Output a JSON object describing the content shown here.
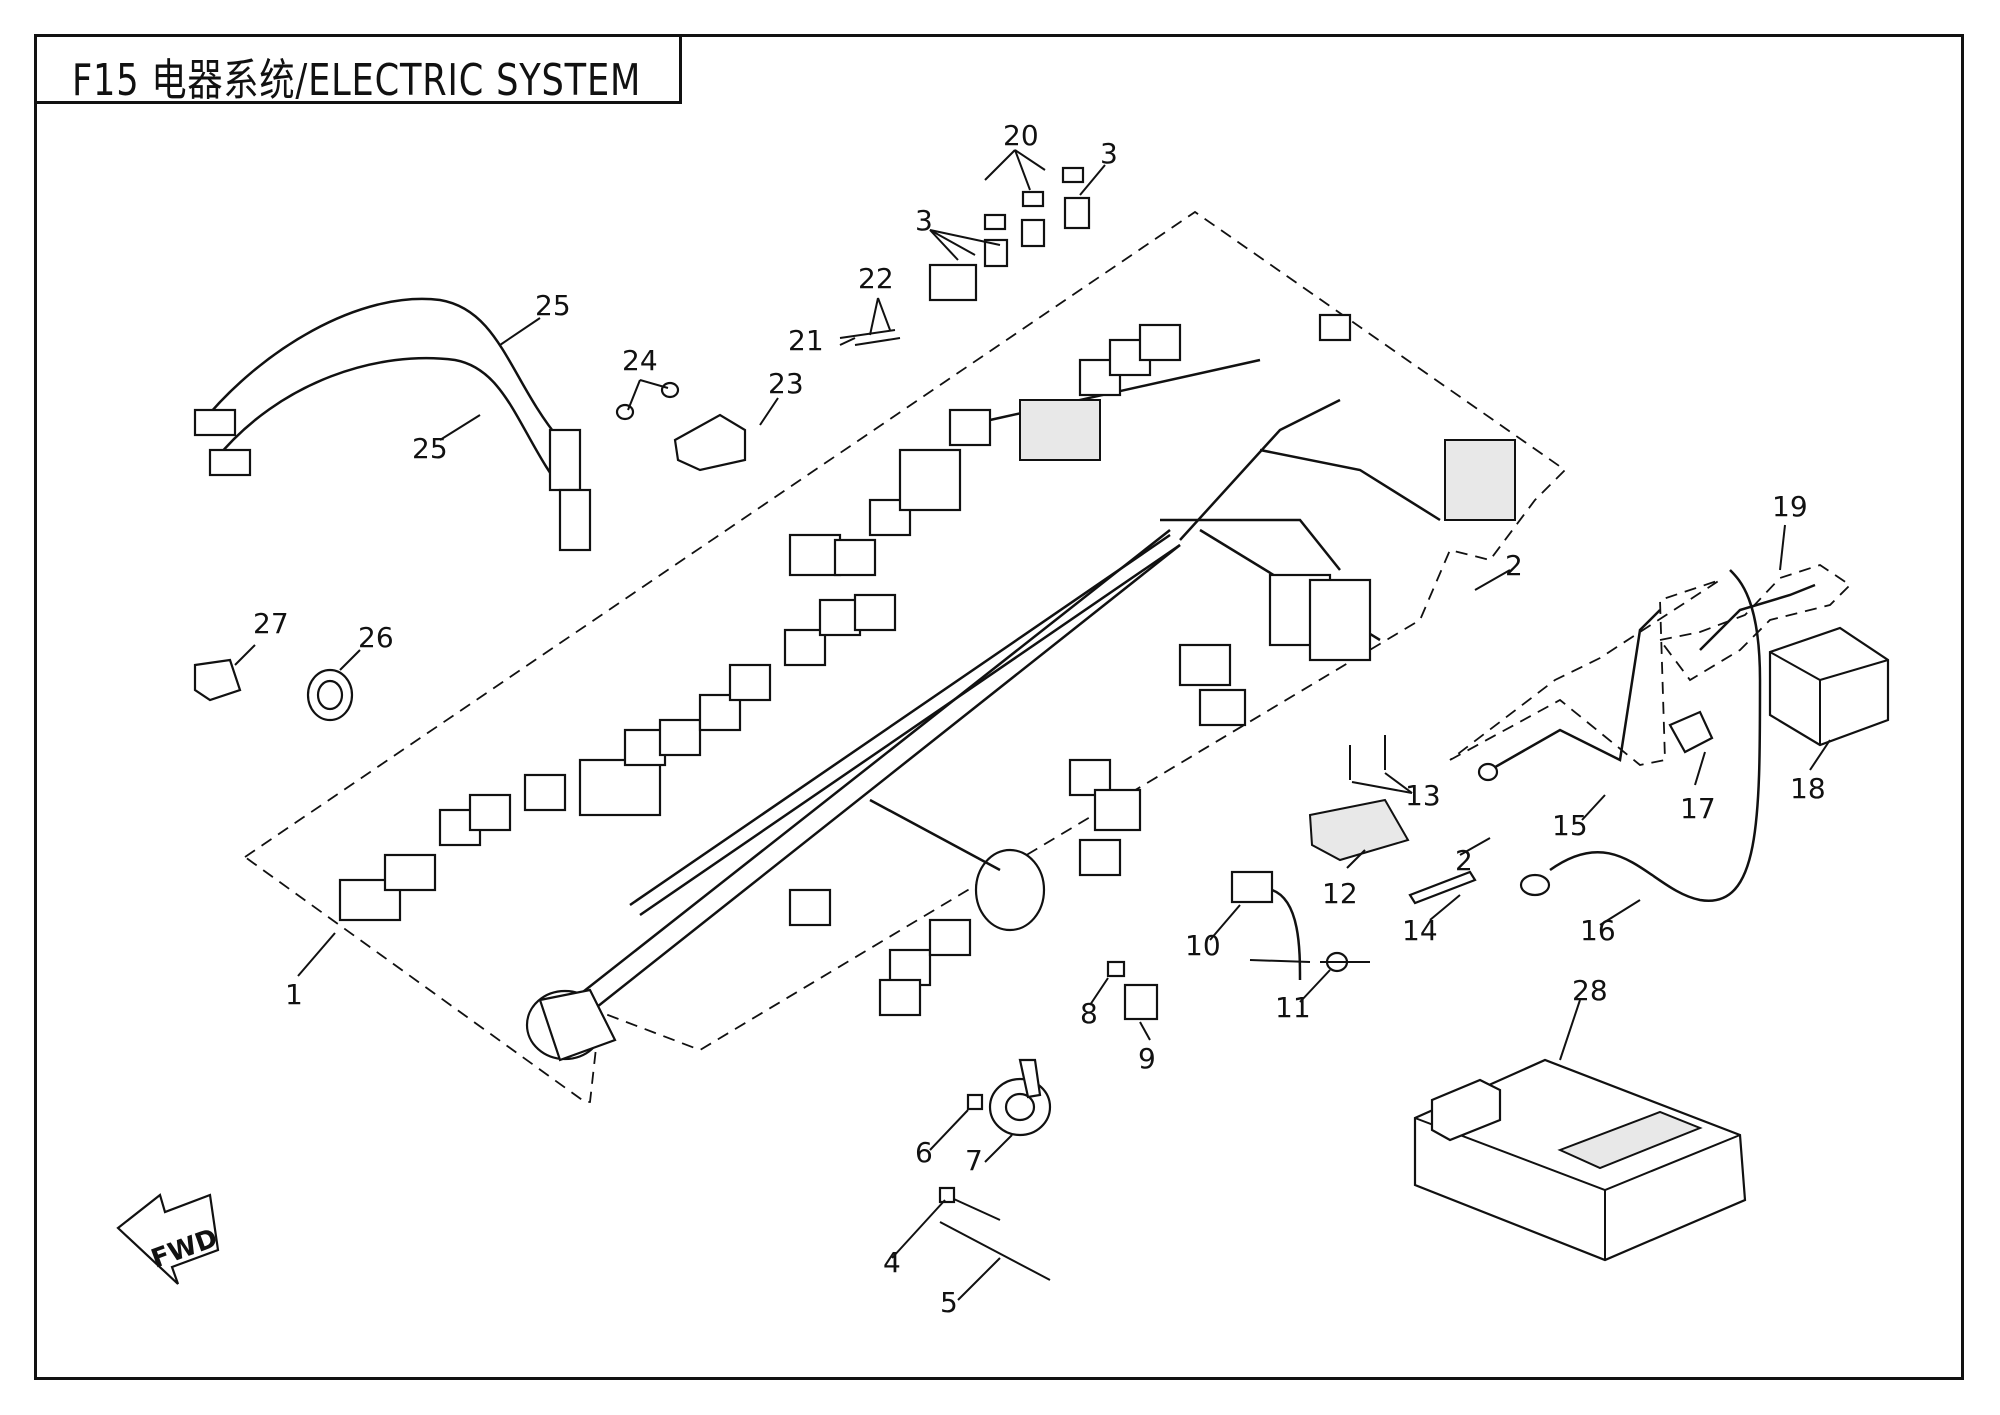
{
  "title": "F15 电器系统/ELECTRIC SYSTEM",
  "fwd_label": "FWD",
  "callouts": [
    "1",
    "2",
    "2",
    "3",
    "3",
    "4",
    "5",
    "6",
    "7",
    "8",
    "9",
    "10",
    "11",
    "12",
    "13",
    "14",
    "15",
    "16",
    "17",
    "18",
    "19",
    "20",
    "21",
    "22",
    "23",
    "24",
    "25",
    "25",
    "26",
    "27",
    "28"
  ]
}
